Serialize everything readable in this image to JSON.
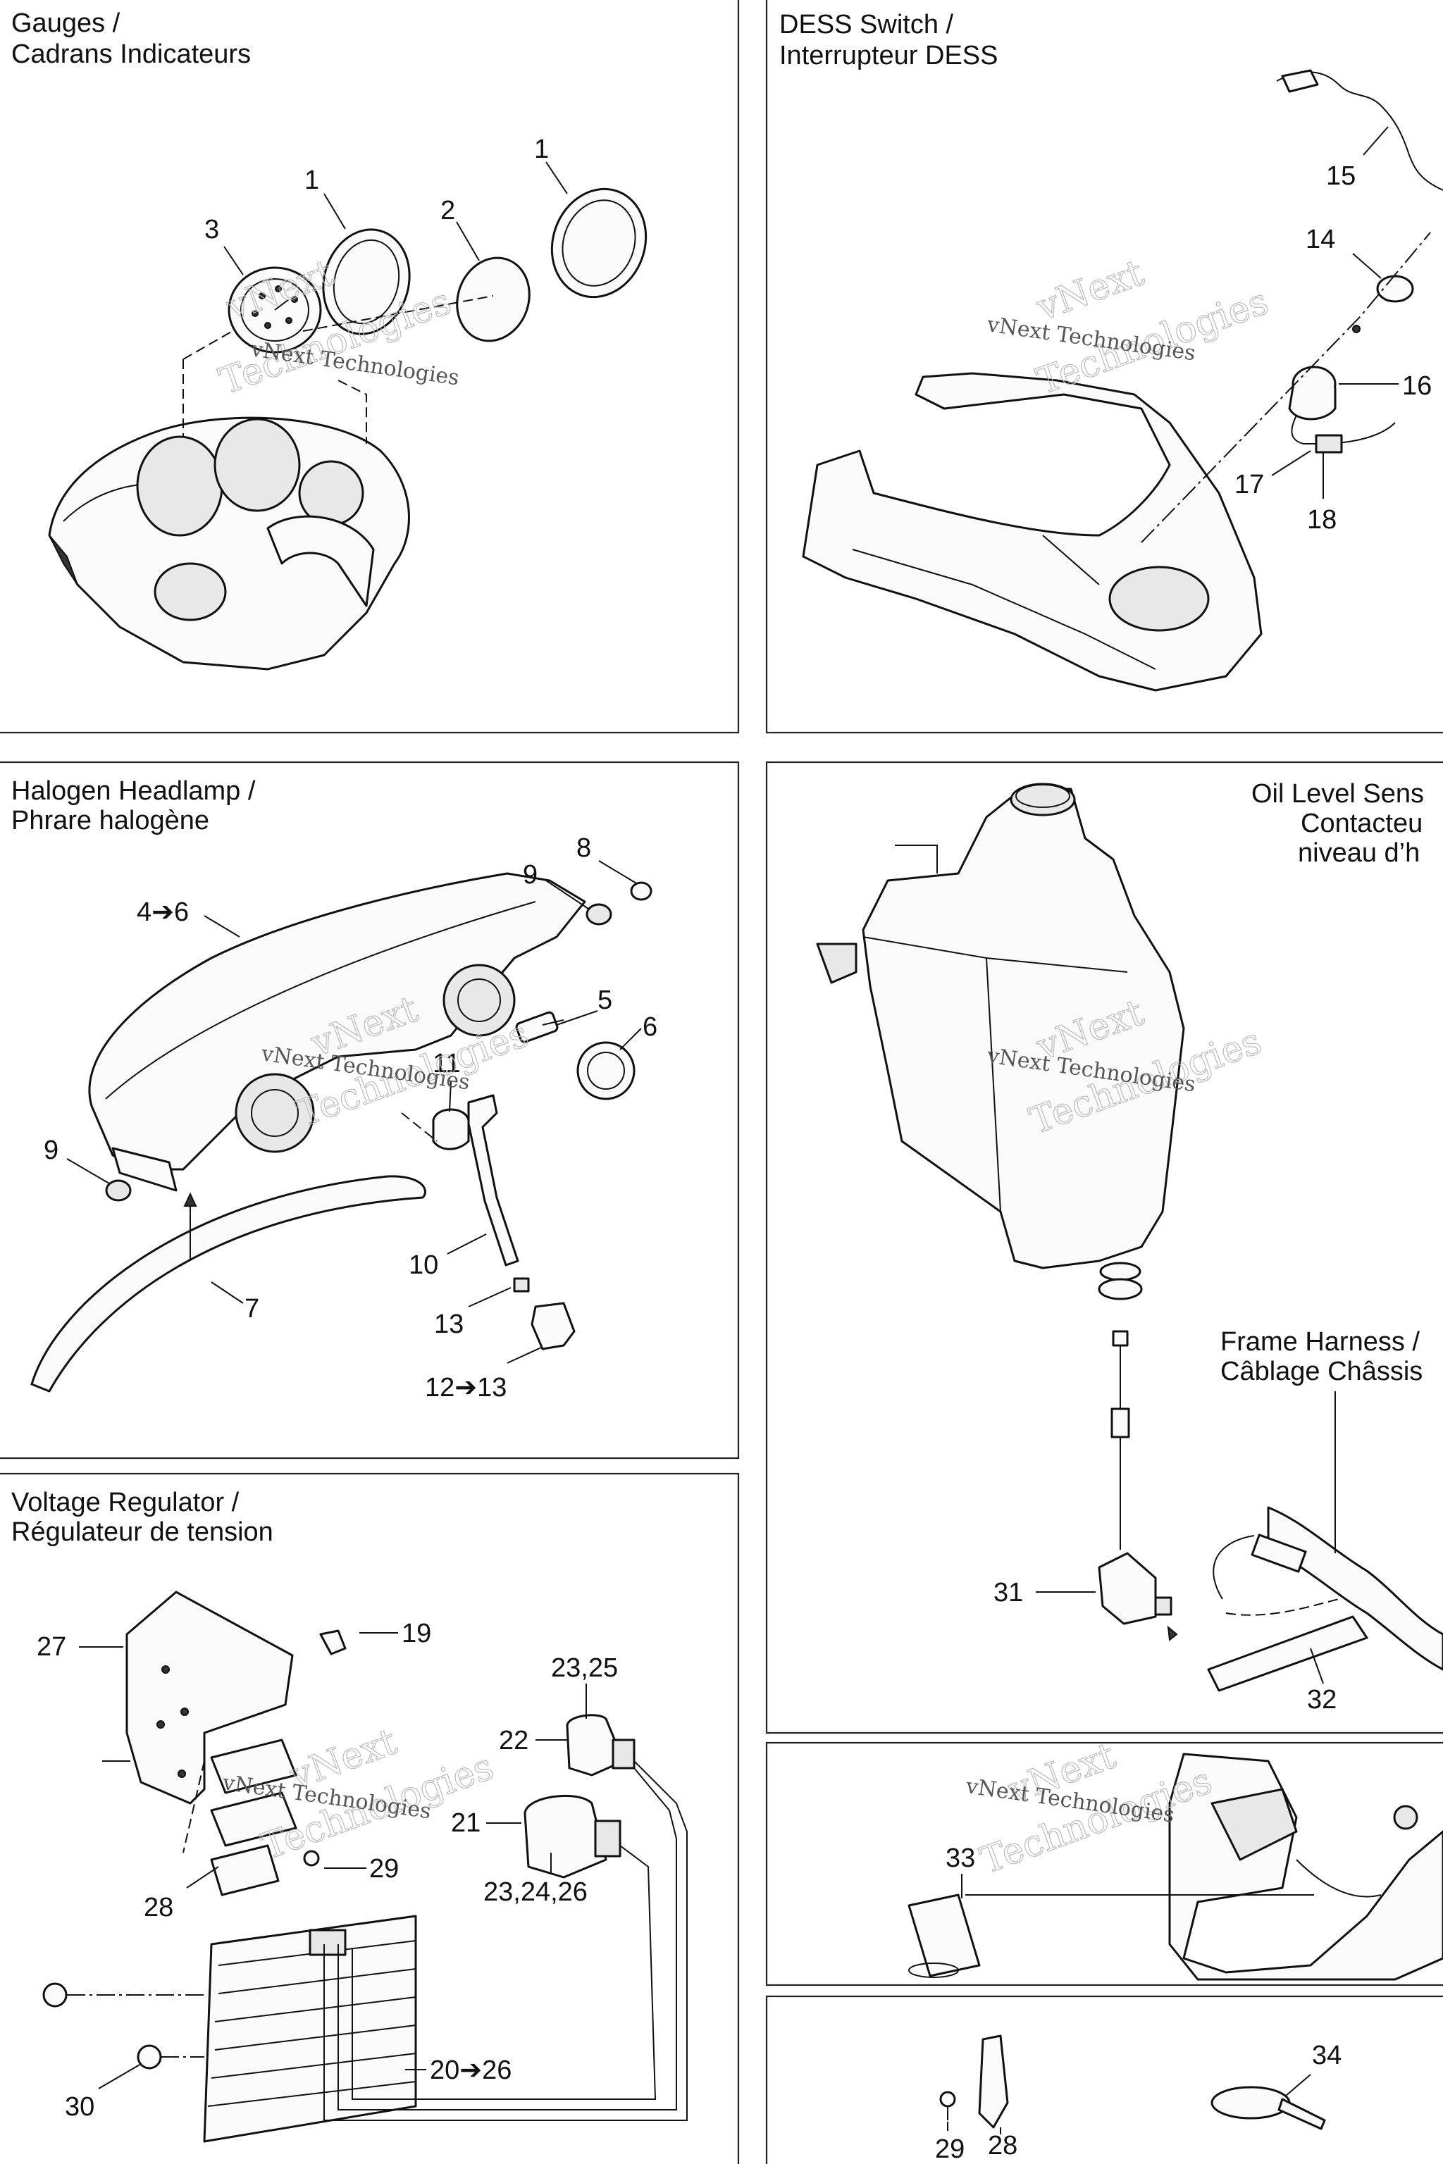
{
  "watermark": "vNext Technologies",
  "watermark_parts": [
    "vNext",
    "Technologies"
  ],
  "panels": {
    "gauges": {
      "title_en": "Gauges /",
      "title_fr": "Cadrans Indicateurs",
      "callouts": [
        "1",
        "1",
        "2",
        "3"
      ]
    },
    "dess": {
      "title_en": "DESS Switch /",
      "title_fr": "Interrupteur DESS",
      "callouts": [
        "15",
        "14",
        "16",
        "17",
        "18"
      ]
    },
    "headlamp": {
      "title_en": "Halogen Headlamp /",
      "title_fr": "Phrare halogène",
      "callouts": [
        "8",
        "9",
        "4➔6",
        "5",
        "6",
        "11",
        "9",
        "10",
        "7",
        "13",
        "12➔13"
      ]
    },
    "oil": {
      "title_line1": "Oil Level Sens",
      "title_line2": "Contacteu",
      "title_line3": "niveau d’h",
      "callouts": [
        "31",
        "32"
      ]
    },
    "frame_harness": {
      "title_en": "Frame Harness /",
      "title_fr": "Câblage Châssis"
    },
    "regulator": {
      "title_en": "Voltage Regulator /",
      "title_fr": "Régulateur de tension",
      "callouts": [
        "27",
        "19",
        "23,25",
        "22",
        "21",
        "29",
        "23,24,26",
        "28",
        "20➔26",
        "30"
      ]
    },
    "sheath": {
      "callouts": [
        "33"
      ]
    },
    "ties": {
      "callouts": [
        "29",
        "28",
        "34"
      ]
    }
  }
}
